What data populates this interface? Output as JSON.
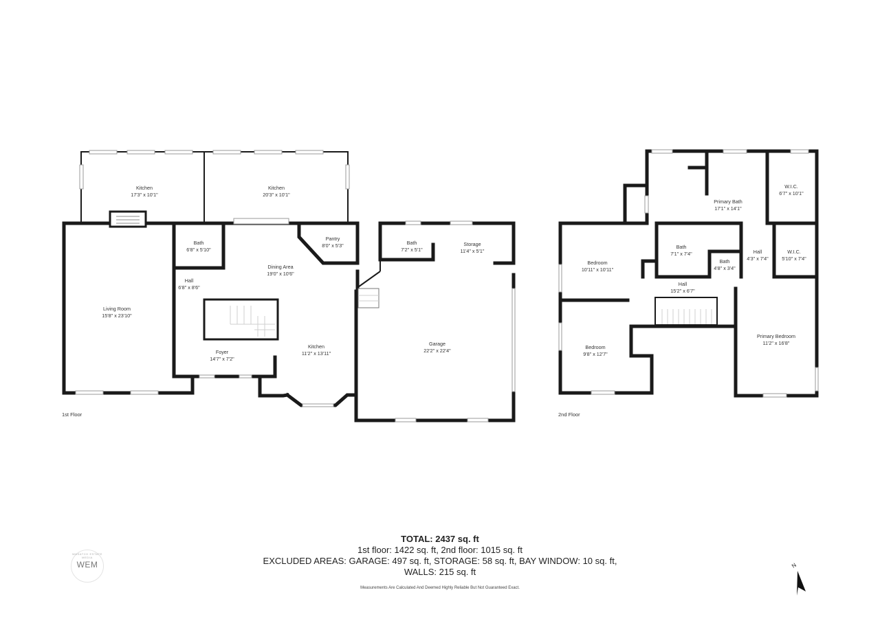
{
  "floors": {
    "first": {
      "label": "1st Floor",
      "rooms": [
        {
          "id": "kitchen-a",
          "name": "Kitchen",
          "dims": "17'3\" x 10'1\""
        },
        {
          "id": "kitchen-b",
          "name": "Kitchen",
          "dims": "20'3\" x 10'1\""
        },
        {
          "id": "pantry",
          "name": "Pantry",
          "dims": "8'0\" x 5'3\""
        },
        {
          "id": "bath",
          "name": "Bath",
          "dims": "6'8\" x 5'10\""
        },
        {
          "id": "dining-area",
          "name": "Dining Area",
          "dims": "19'0\" x 10'6\""
        },
        {
          "id": "hall",
          "name": "Hall",
          "dims": "6'8\" x 8'6\""
        },
        {
          "id": "living-room",
          "name": "Living Room",
          "dims": "15'8\" x 23'10\""
        },
        {
          "id": "foyer",
          "name": "Foyer",
          "dims": "14'7\" x 7'2\""
        },
        {
          "id": "kitchen-c",
          "name": "Kitchen",
          "dims": "11'2\" x 13'11\""
        },
        {
          "id": "garage-bath",
          "name": "Bath",
          "dims": "7'2\" x 5'1\""
        },
        {
          "id": "storage",
          "name": "Storage",
          "dims": "11'4\" x 5'1\""
        },
        {
          "id": "garage",
          "name": "Garage",
          "dims": "22'2\" x 22'4\""
        }
      ]
    },
    "second": {
      "label": "2nd Floor",
      "rooms": [
        {
          "id": "primary-bath",
          "name": "Primary Bath",
          "dims": "17'1\" x 14'1\""
        },
        {
          "id": "wic-1",
          "name": "W.I.C.",
          "dims": "6'7\" x 10'1\""
        },
        {
          "id": "bedroom-1",
          "name": "Bedroom",
          "dims": "10'11\" x 10'11\""
        },
        {
          "id": "bath-1",
          "name": "Bath",
          "dims": "7'1\" x 7'4\""
        },
        {
          "id": "bath-2",
          "name": "Bath",
          "dims": "4'8\" x 3'4\""
        },
        {
          "id": "hall-small",
          "name": "Hall",
          "dims": "4'3\" x 7'4\""
        },
        {
          "id": "wic-2",
          "name": "W.I.C.",
          "dims": "5'10\" x 7'4\""
        },
        {
          "id": "hall-main",
          "name": "Hall",
          "dims": "15'2\" x 6'7\""
        },
        {
          "id": "bedroom-2",
          "name": "Bedroom",
          "dims": "9'8\" x 12'7\""
        },
        {
          "id": "primary-bedroom",
          "name": "Primary Bedroom",
          "dims": "11'2\" x 16'8\""
        }
      ]
    }
  },
  "summary": {
    "total": "TOTAL: 2437 sq. ft",
    "floors": "1st floor: 1422 sq. ft, 2nd floor: 1015 sq. ft",
    "excluded": "EXCLUDED AREAS: GARAGE: 497 sq. ft, STORAGE: 58 sq. ft, BAY WINDOW: 10 sq. ft,",
    "walls": "WALLS: 215 sq. ft",
    "disclaimer": "Measurements Are Calculated And Deemed Highly Reliable But Not Guaranteed Exact."
  },
  "logo": {
    "text": "WEM",
    "ring": "WASATCH ESTATE MEDIA"
  },
  "compass": {
    "label": "N"
  }
}
